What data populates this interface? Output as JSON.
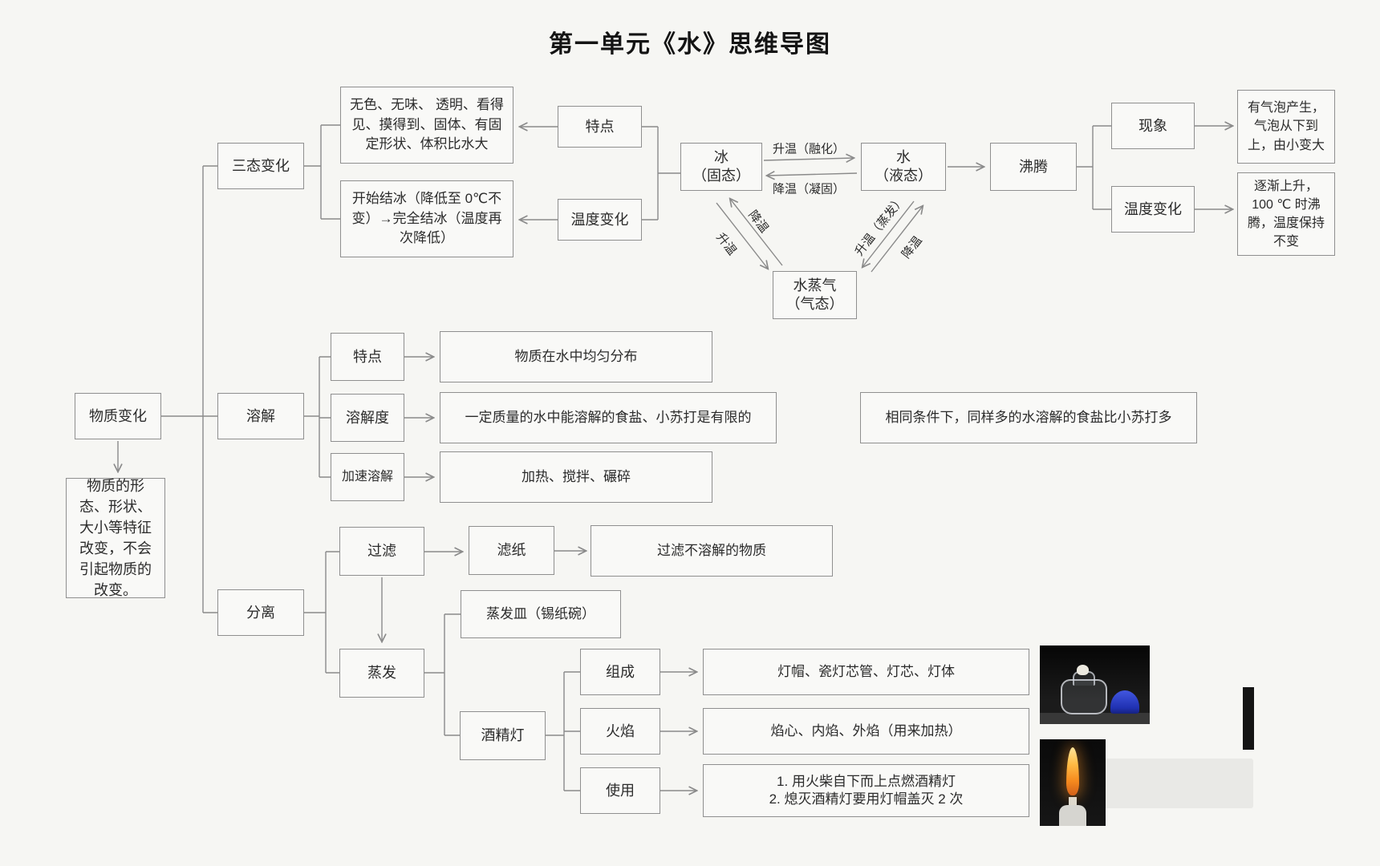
{
  "title": "第一单元《水》思维导图",
  "root": {
    "label": "物质变化",
    "note": "物质的形态、形状、大小等特征改变，不会引起物质的改变。"
  },
  "three_states": {
    "label": "三态变化",
    "feature_label": "特点",
    "feature_text": "无色、无味、 透明、看得见、摸得到、固体、有固定形状、体积比水大",
    "temp_label": "温度变化",
    "temp_text": "开始结冰（降低至 0℃不变）→完全结冰（温度再次降低）",
    "ice_line1": "冰",
    "ice_line2": "（固态）",
    "water_line1": "水",
    "water_line2": "（液态）",
    "vapor_line1": "水蒸气",
    "vapor_line2": "（气态）",
    "melt": "升温（融化）",
    "freeze": "降温（凝固）",
    "deposit": "降温",
    "sublimate": "升温",
    "evaporate": "升温（蒸发）",
    "condense": "降温",
    "boiling_label": "沸腾",
    "phenomenon_label": "现象",
    "phenomenon_text": "有气泡产生，气泡从下到上，由小变大",
    "boil_temp_label": "温度变化",
    "boil_temp_text": "逐渐上升，100 ℃ 时沸腾，温度保持不变"
  },
  "dissolution": {
    "label": "溶解",
    "feature_label": "特点",
    "feature_text": "物质在水中均匀分布",
    "solubility_label": "溶解度",
    "solubility_text": "一定质量的水中能溶解的食盐、小苏打是有限的",
    "solubility_note": "相同条件下，同样多的水溶解的食盐比小苏打多",
    "accelerate_label": "加速溶解",
    "accelerate_text": "加热、搅拌、碾碎"
  },
  "separation": {
    "label": "分离",
    "filter_label": "过滤",
    "filter_paper": "滤纸",
    "filter_text": "过滤不溶解的物质",
    "evaporate_label": "蒸发",
    "dish_text": "蒸发皿（锡纸碗）",
    "lamp_label": "酒精灯",
    "composition_label": "组成",
    "composition_text": "灯帽、瓷灯芯管、灯芯、灯体",
    "flame_label": "火焰",
    "flame_text": "焰心、内焰、外焰（用来加热）",
    "usage_label": "使用",
    "usage_line1": "1. 用火柴自下而上点燃酒精灯",
    "usage_line2": "2. 熄灭酒精灯要用灯帽盖灭 2 次"
  }
}
